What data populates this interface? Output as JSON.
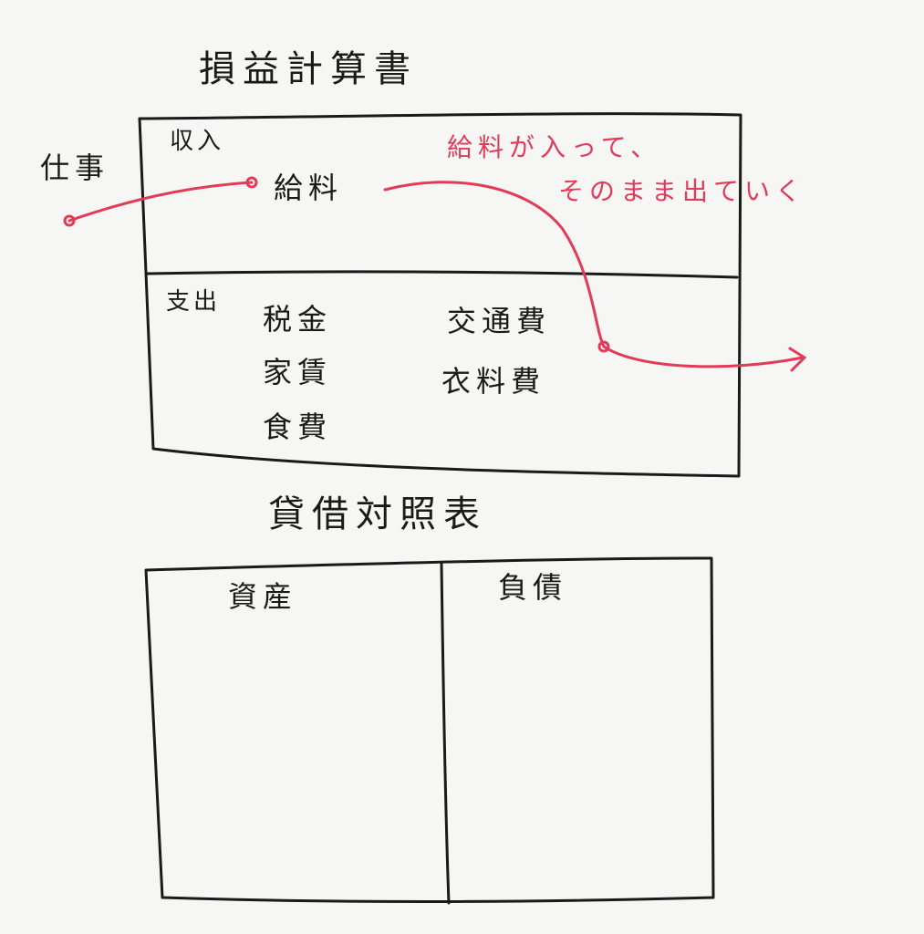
{
  "income_statement": {
    "title": "損益計算書",
    "revenue": {
      "label": "収入",
      "items": [
        "給料"
      ]
    },
    "expenses": {
      "label": "支出",
      "items_left": [
        "税金",
        "家賃",
        "食費"
      ],
      "items_right": [
        "交通費",
        "衣料費"
      ]
    }
  },
  "source_label": "仕事",
  "annotation": {
    "line1": "給料が入って、",
    "line2": "そのまま出ていく"
  },
  "balance_sheet": {
    "title": "貸借対照表",
    "assets_label": "資産",
    "liabilities_label": "負債"
  },
  "colors": {
    "ink": "#1a1a1a",
    "accent": "#e23a57",
    "paper": "#f6f6f4"
  }
}
